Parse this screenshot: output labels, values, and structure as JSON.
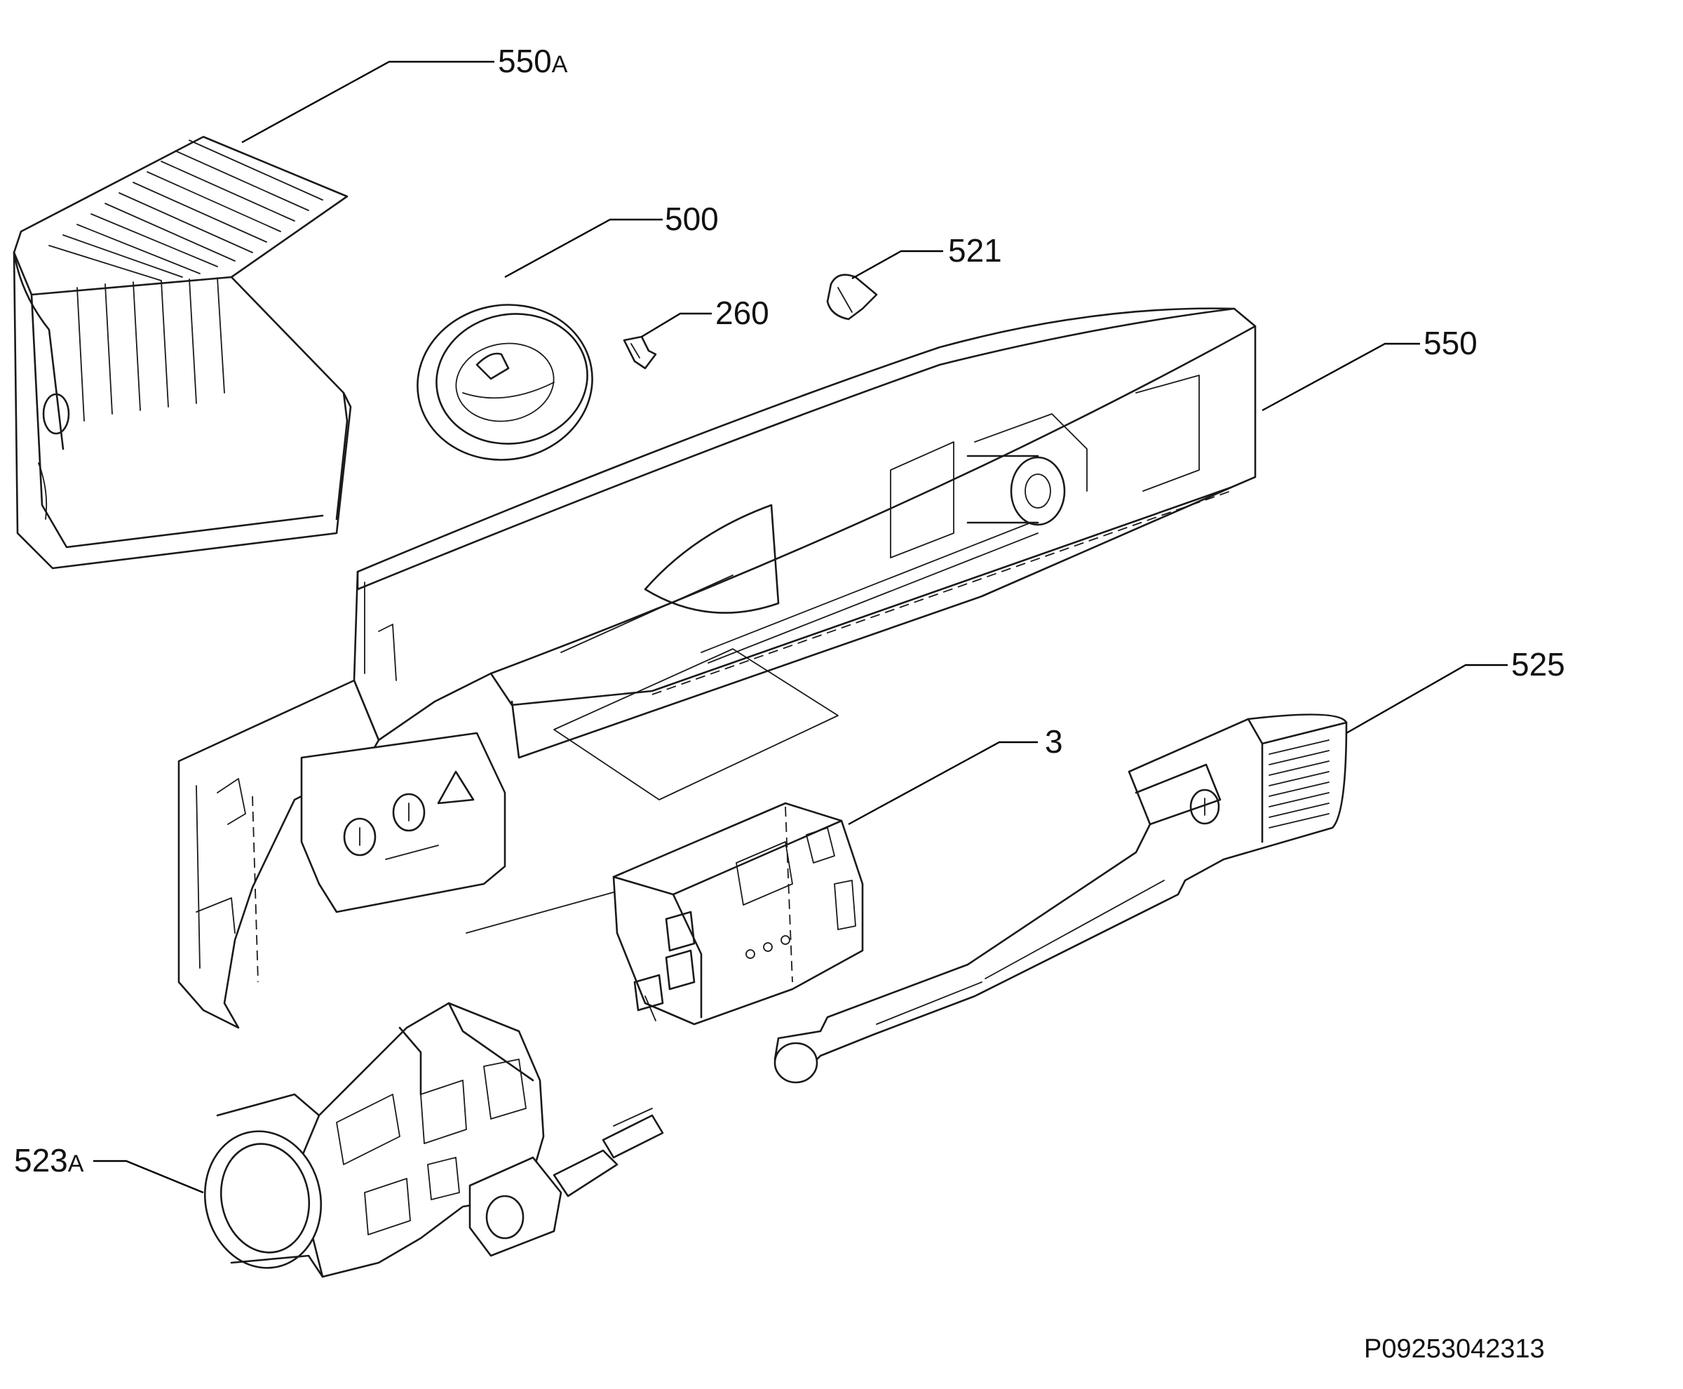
{
  "diagram": {
    "callouts": [
      {
        "id": "550a",
        "main": "550",
        "suffix": "A"
      },
      {
        "id": "500",
        "main": "500",
        "suffix": ""
      },
      {
        "id": "521",
        "main": "521",
        "suffix": ""
      },
      {
        "id": "260",
        "main": "260",
        "suffix": ""
      },
      {
        "id": "550",
        "main": "550",
        "suffix": ""
      },
      {
        "id": "525",
        "main": "525",
        "suffix": ""
      },
      {
        "id": "3",
        "main": "3",
        "suffix": ""
      },
      {
        "id": "523a",
        "main": "523",
        "suffix": "A"
      }
    ],
    "drawing_code": "P09253042313"
  }
}
